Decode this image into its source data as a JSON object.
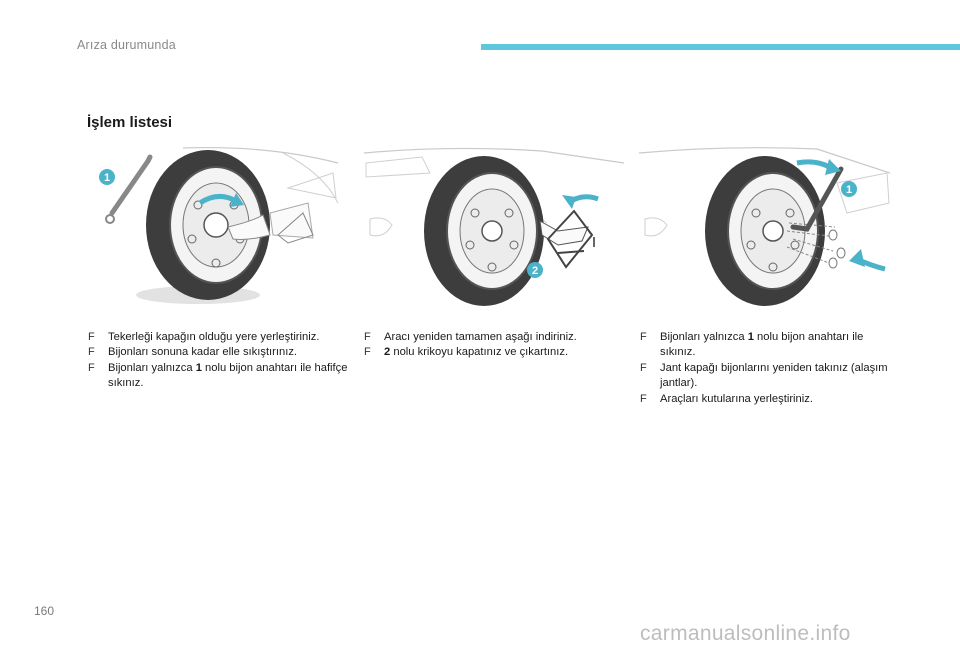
{
  "header": {
    "title": "Arıza durumunda",
    "accent_color": "#5ec6dd"
  },
  "section": {
    "title": "İşlem listesi"
  },
  "illustrations": {
    "badge_color": "#4bb3c9",
    "arrow_color": "#4bb3c9",
    "badge_1": "1",
    "badge_2": "2"
  },
  "columns": [
    {
      "items": [
        {
          "marker": "F",
          "text": "Tekerleği kapağın olduğu yere yerleştiriniz."
        },
        {
          "marker": "F",
          "text": "Bijonları sonuna kadar elle sıkıştırınız."
        },
        {
          "marker": "F",
          "pre": "Bijonları yalnızca ",
          "strong": "1",
          "post": " nolu bijon anahtarı ile hafifçe sıkınız."
        }
      ]
    },
    {
      "items": [
        {
          "marker": "F",
          "text": "Aracı yeniden tamamen aşağı indiriniz."
        },
        {
          "marker": "F",
          "pre": "",
          "strong": "2",
          "post": " nolu krikoyu kapatınız ve çıkartınız."
        }
      ]
    },
    {
      "items": [
        {
          "marker": "F",
          "pre": "Bijonları yalnızca ",
          "strong": "1",
          "post": " nolu bijon anahtarı ile sıkınız."
        },
        {
          "marker": "F",
          "text": "Jant kapağı bijonlarını yeniden takınız (alaşım jantlar)."
        },
        {
          "marker": "F",
          "text": "Araçları kutularına yerleştiriniz."
        }
      ]
    }
  ],
  "footer": {
    "page_number": "160",
    "watermark": "carmanualsonline.info"
  }
}
